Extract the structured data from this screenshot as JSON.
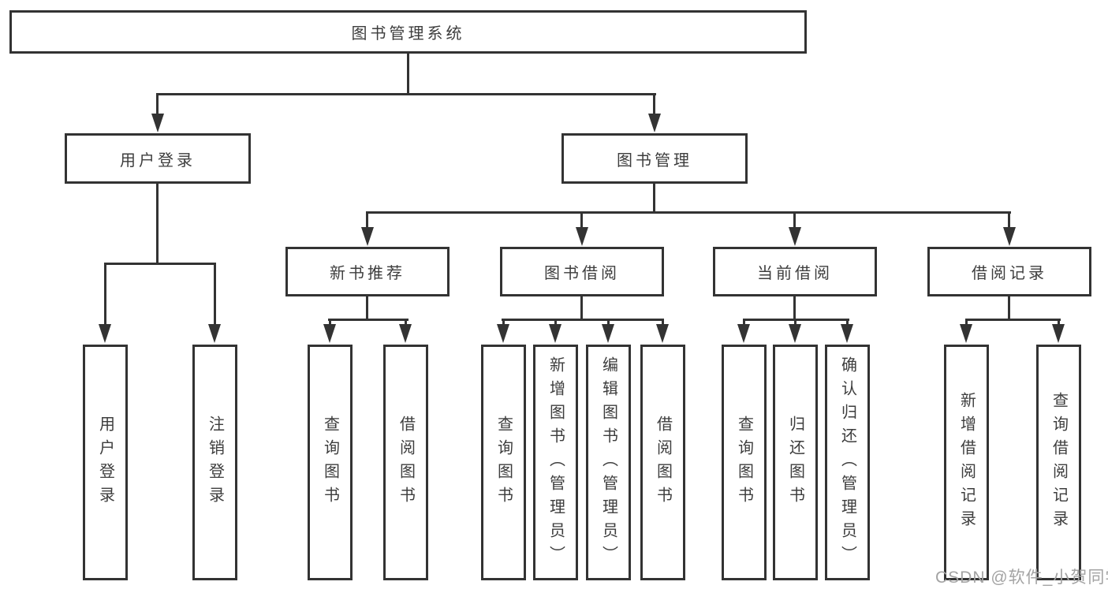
{
  "tree": {
    "root": "图书管理系统",
    "branches": [
      {
        "label": "用户登录",
        "children": [
          "用户登录",
          "注销登录"
        ]
      },
      {
        "label": "图书管理",
        "sections": [
          {
            "label": "新书推荐",
            "children": [
              "查询图书",
              "借阅图书"
            ]
          },
          {
            "label": "图书借阅",
            "children": [
              "查询图书",
              "新增图书（管理员）",
              "编辑图书（管理员）",
              "借阅图书"
            ]
          },
          {
            "label": "当前借阅",
            "children": [
              "查询图书",
              "归还图书",
              "确认归还（管理员）"
            ]
          },
          {
            "label": "借阅记录",
            "children": [
              "新增借阅记录",
              "查询借阅记录"
            ]
          }
        ]
      }
    ]
  },
  "watermark": "CSDN @软件_小贺同学",
  "colors": {
    "line": "#333333",
    "text": "#3d3d3d",
    "watermark": "#a3a3a3",
    "background": "#ffffff"
  }
}
